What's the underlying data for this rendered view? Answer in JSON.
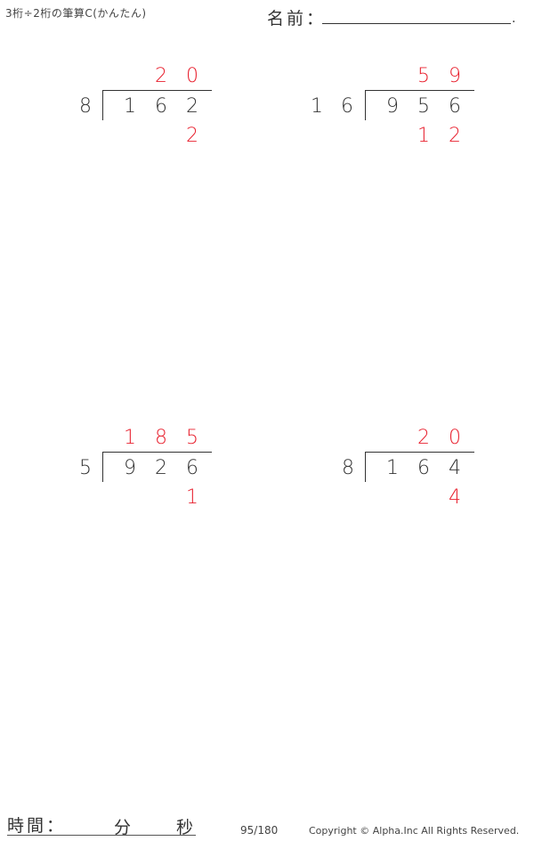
{
  "header": {
    "title": "3桁÷2桁の筆算C(かんたん)",
    "name_label": "名前：",
    "name_end": "."
  },
  "problems": [
    {
      "divisor": [
        "8"
      ],
      "dividend": [
        "1",
        "6",
        "2"
      ],
      "quotient": [
        "2",
        "0"
      ],
      "remainder": [
        "2"
      ]
    },
    {
      "divisor": [
        "1",
        "6"
      ],
      "dividend": [
        "9",
        "5",
        "6"
      ],
      "quotient": [
        "5",
        "9"
      ],
      "remainder": [
        "1",
        "2"
      ]
    },
    {
      "divisor": [
        "5"
      ],
      "dividend": [
        "9",
        "2",
        "6"
      ],
      "quotient": [
        "1",
        "8",
        "5"
      ],
      "remainder": [
        "1"
      ]
    },
    {
      "divisor": [
        "8"
      ],
      "dividend": [
        "1",
        "6",
        "4"
      ],
      "quotient": [
        "2",
        "0"
      ],
      "remainder": [
        "4"
      ]
    }
  ],
  "footer": {
    "time_label": "時間：",
    "minutes_label": "分",
    "seconds_label": "秒",
    "page": "95/180",
    "copyright": "Copyright © Alpha.Inc All Rights Reserved."
  },
  "colors": {
    "answer": "#e8202e",
    "text": "#333333"
  }
}
